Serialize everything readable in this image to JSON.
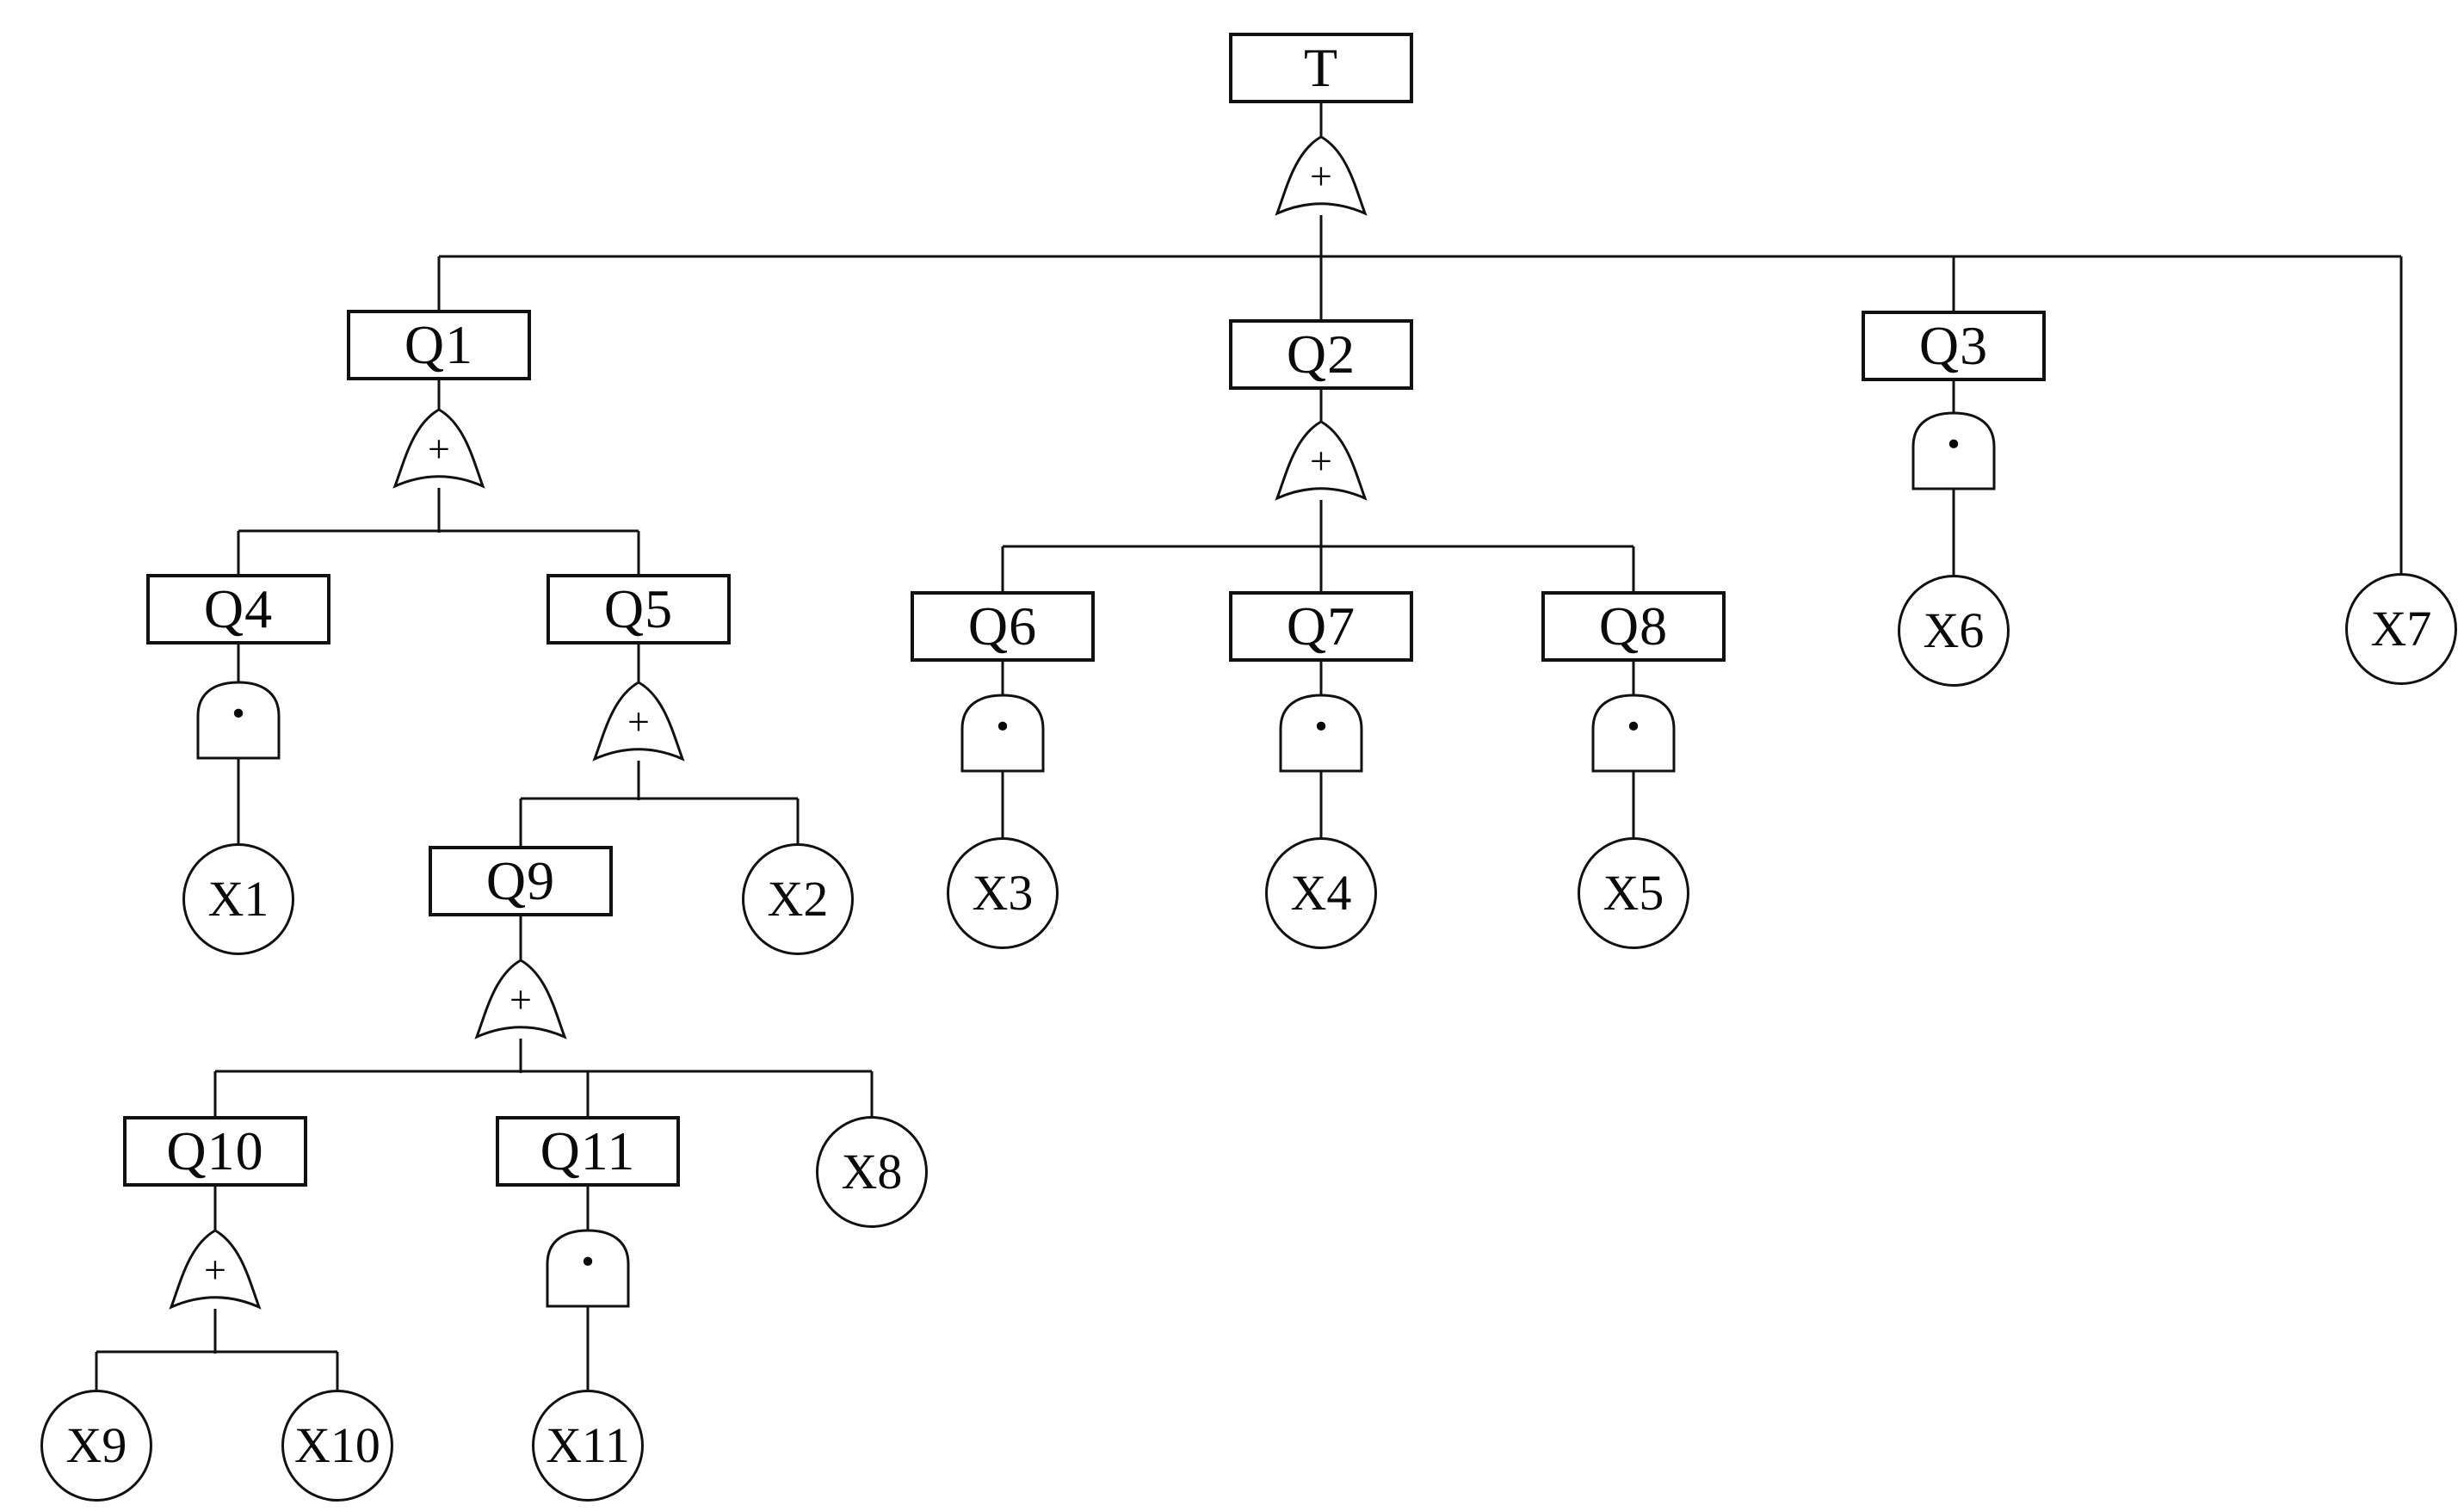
{
  "figure": {
    "kind": "fault-tree-diagram",
    "background_color": "#ffffff",
    "line_color": "#111111",
    "text_color": "#0a0a0a"
  },
  "gate_legend": {
    "OR": "+",
    "AND": "·"
  },
  "nodes": {
    "T": {
      "label": "T",
      "kind": "top-event",
      "shape": "rectangle",
      "gate": "OR",
      "gate_symbol": "+"
    },
    "Q1": {
      "label": "Q1",
      "kind": "intermediate-event",
      "shape": "rectangle",
      "gate": "OR",
      "gate_symbol": "+"
    },
    "Q2": {
      "label": "Q2",
      "kind": "intermediate-event",
      "shape": "rectangle",
      "gate": "OR",
      "gate_symbol": "+"
    },
    "Q3": {
      "label": "Q3",
      "kind": "intermediate-event",
      "shape": "rectangle",
      "gate": "AND",
      "gate_symbol": "·"
    },
    "Q4": {
      "label": "Q4",
      "kind": "intermediate-event",
      "shape": "rectangle",
      "gate": "AND",
      "gate_symbol": "·"
    },
    "Q5": {
      "label": "Q5",
      "kind": "intermediate-event",
      "shape": "rectangle",
      "gate": "OR",
      "gate_symbol": "+"
    },
    "Q6": {
      "label": "Q6",
      "kind": "intermediate-event",
      "shape": "rectangle",
      "gate": "AND",
      "gate_symbol": "·"
    },
    "Q7": {
      "label": "Q7",
      "kind": "intermediate-event",
      "shape": "rectangle",
      "gate": "AND",
      "gate_symbol": "·"
    },
    "Q8": {
      "label": "Q8",
      "kind": "intermediate-event",
      "shape": "rectangle",
      "gate": "AND",
      "gate_symbol": "·"
    },
    "Q9": {
      "label": "Q9",
      "kind": "intermediate-event",
      "shape": "rectangle",
      "gate": "OR",
      "gate_symbol": "+"
    },
    "Q10": {
      "label": "Q10",
      "kind": "intermediate-event",
      "shape": "rectangle",
      "gate": "OR",
      "gate_symbol": "+"
    },
    "Q11": {
      "label": "Q11",
      "kind": "intermediate-event",
      "shape": "rectangle",
      "gate": "AND",
      "gate_symbol": "·"
    },
    "X1": {
      "label": "X1",
      "kind": "basic-event",
      "shape": "circle"
    },
    "X2": {
      "label": "X2",
      "kind": "basic-event",
      "shape": "circle"
    },
    "X3": {
      "label": "X3",
      "kind": "basic-event",
      "shape": "circle"
    },
    "X4": {
      "label": "X4",
      "kind": "basic-event",
      "shape": "circle"
    },
    "X5": {
      "label": "X5",
      "kind": "basic-event",
      "shape": "circle"
    },
    "X6": {
      "label": "X6",
      "kind": "basic-event",
      "shape": "circle"
    },
    "X7": {
      "label": "X7",
      "kind": "basic-event",
      "shape": "circle"
    },
    "X8": {
      "label": "X8",
      "kind": "basic-event",
      "shape": "circle"
    },
    "X9": {
      "label": "X9",
      "kind": "basic-event",
      "shape": "circle"
    },
    "X10": {
      "label": "X10",
      "kind": "basic-event",
      "shape": "circle"
    },
    "X11": {
      "label": "X11",
      "kind": "basic-event",
      "shape": "circle"
    }
  },
  "edges": [
    [
      "T",
      "Q1"
    ],
    [
      "T",
      "Q2"
    ],
    [
      "T",
      "Q3"
    ],
    [
      "T",
      "X7"
    ],
    [
      "Q1",
      "Q4"
    ],
    [
      "Q1",
      "Q5"
    ],
    [
      "Q4",
      "X1"
    ],
    [
      "Q5",
      "Q9"
    ],
    [
      "Q5",
      "X2"
    ],
    [
      "Q9",
      "Q10"
    ],
    [
      "Q9",
      "Q11"
    ],
    [
      "Q9",
      "X8"
    ],
    [
      "Q10",
      "X9"
    ],
    [
      "Q10",
      "X10"
    ],
    [
      "Q11",
      "X11"
    ],
    [
      "Q2",
      "Q6"
    ],
    [
      "Q2",
      "Q7"
    ],
    [
      "Q2",
      "Q8"
    ],
    [
      "Q6",
      "X3"
    ],
    [
      "Q7",
      "X4"
    ],
    [
      "Q8",
      "X5"
    ],
    [
      "Q3",
      "X6"
    ]
  ]
}
